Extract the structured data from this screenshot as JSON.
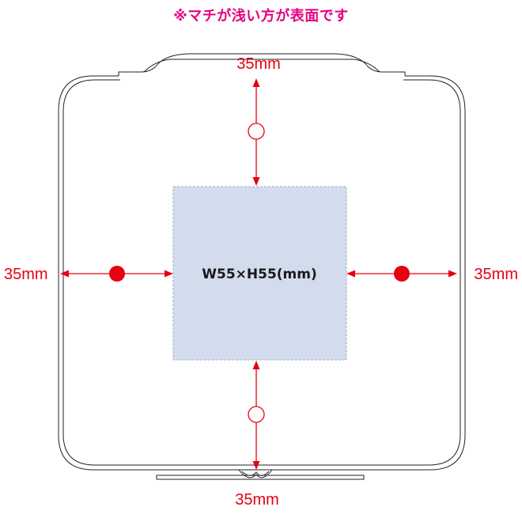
{
  "note": "※マチが浅い方が表面です",
  "print_area_label": "W55×H55(mm)",
  "margins": {
    "top": "35mm",
    "bottom": "35mm",
    "left": "35mm",
    "right": "35mm"
  },
  "colors": {
    "note": "#e4007f",
    "arrow": "#e60012",
    "outline": "#222222",
    "print_area_fill": "#d3dced",
    "print_area_border": "#9eb0cc",
    "text": "#1a1a1a"
  }
}
